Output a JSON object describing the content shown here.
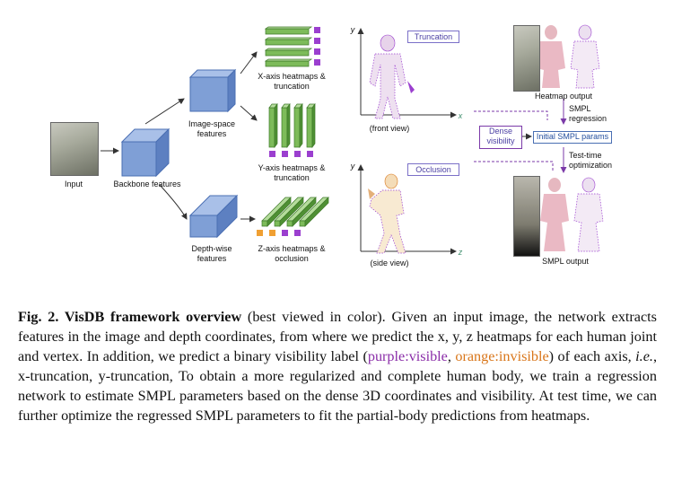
{
  "figure": {
    "labels": {
      "input": "Input",
      "backbone": "Backbone features",
      "image_space": "Image-space\nfeatures",
      "depth_wise": "Depth-wise\nfeatures",
      "x_axis": "X-axis heatmaps &\ntruncation",
      "y_axis": "Y-axis heatmaps &\ntruncation",
      "z_axis": "Z-axis heatmaps &\nocclusion",
      "truncation": "Truncation",
      "occlusion": "Occlusion",
      "front_view": "(front view)",
      "side_view": "(side view)",
      "axis_y": "y",
      "axis_x": "x",
      "axis_z": "z",
      "heatmap_output": "Heatmap output",
      "smpl_regression": "SMPL\nregression",
      "dense_visibility": "Dense\nvisibility",
      "initial_smpl": "Initial SMPL params",
      "test_time": "Test-time\noptimization",
      "smpl_output": "SMPL output"
    },
    "colors": {
      "cube": "#7f9fd6",
      "heatmap": "#7dbb5a",
      "visible": "#9b3fcf",
      "invisible": "#f0a033"
    }
  },
  "caption": {
    "label": "Fig. 2. VisDB framework overview",
    "part1": " (best viewed in color). Given an input image, the network extracts features in the image and depth coordinates, from where we predict the x, y, z heatmaps for each human joint and vertex. In addition, we predict a binary visibility label (",
    "purple": "purple:visible",
    "sep": ", ",
    "orange": "orange:invisible",
    "part2": ") of each axis, ",
    "ie": "i.e.",
    "part3": ", x-truncation, y-truncation, To obtain a more regularized and complete human body, we train a regression network to estimate SMPL parameters based on the dense 3D coordinates and visibility. At test time, we can further optimize the regressed SMPL parameters to fit the partial-body predictions from heatmaps."
  }
}
